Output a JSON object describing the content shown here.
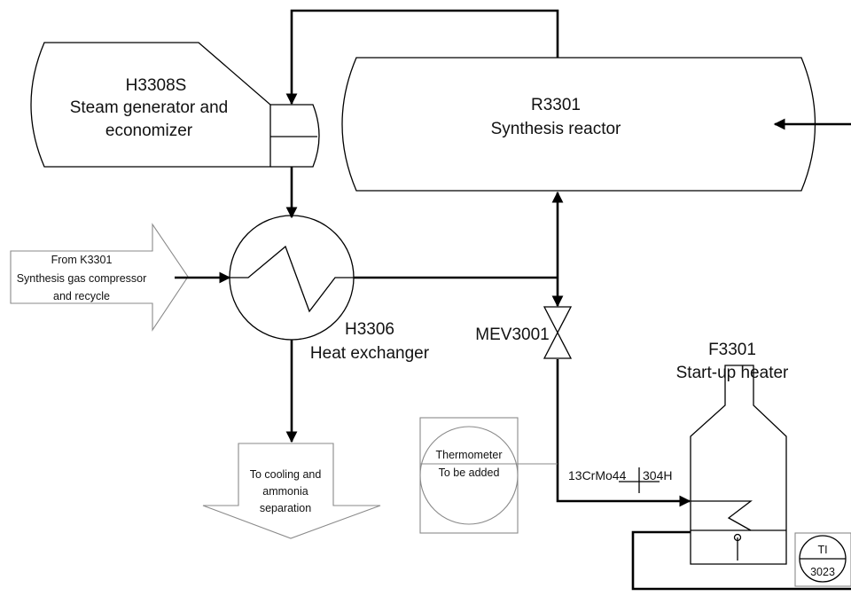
{
  "steam_generator": {
    "tag": "H3308S",
    "line1": "Steam generator and",
    "line2": "economizer"
  },
  "reactor": {
    "tag": "R3301",
    "name": "Synthesis reactor"
  },
  "feed_arrow": {
    "line1": "From K3301",
    "line2": "Synthesis gas compressor",
    "line3": "and recycle"
  },
  "heat_exchanger": {
    "tag": "H3306",
    "name": "Heat exchanger"
  },
  "valve": {
    "tag": "MEV3001"
  },
  "heater": {
    "tag": "F3301",
    "name": "Start-up heater"
  },
  "outlet_arrow": {
    "line1": "To cooling and",
    "line2": "ammonia",
    "line3": "separation"
  },
  "thermometer": {
    "line1": "Thermometer",
    "line2": "To be added"
  },
  "material_break": {
    "left": "13CrMo44",
    "right": "304H"
  },
  "temperature_indicator": {
    "type": "TI",
    "number": "3023"
  }
}
